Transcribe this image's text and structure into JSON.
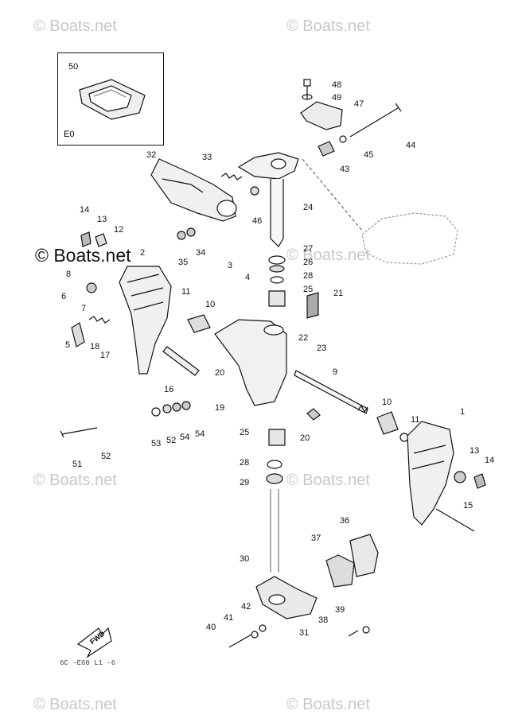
{
  "watermarks": [
    "© Boats.net",
    "© Boats.net",
    "© Boats.net",
    "© Boats.net",
    "© Boats.net",
    "© Boats.net",
    "© Boats.net",
    "© Boats.net"
  ],
  "watermark_main": "© Boats.net",
  "inset_code": "E0",
  "fwd_label": "FWD",
  "diagram_code": "6C  -E60 L1 -6",
  "part_labels": [
    "50",
    "48",
    "49",
    "47",
    "44",
    "45",
    "43",
    "32",
    "33",
    "24",
    "46",
    "14",
    "13",
    "12",
    "2",
    "35",
    "34",
    "27",
    "26",
    "28",
    "25",
    "21",
    "3",
    "4",
    "8",
    "11",
    "6",
    "7",
    "10",
    "22",
    "23",
    "5",
    "18",
    "17",
    "20",
    "9",
    "16",
    "19",
    "10",
    "11",
    "1",
    "53",
    "52",
    "54",
    "54",
    "20",
    "25",
    "51",
    "52",
    "28",
    "29",
    "13",
    "14",
    "15",
    "36",
    "37",
    "30",
    "42",
    "41",
    "40",
    "38",
    "39",
    "31"
  ]
}
